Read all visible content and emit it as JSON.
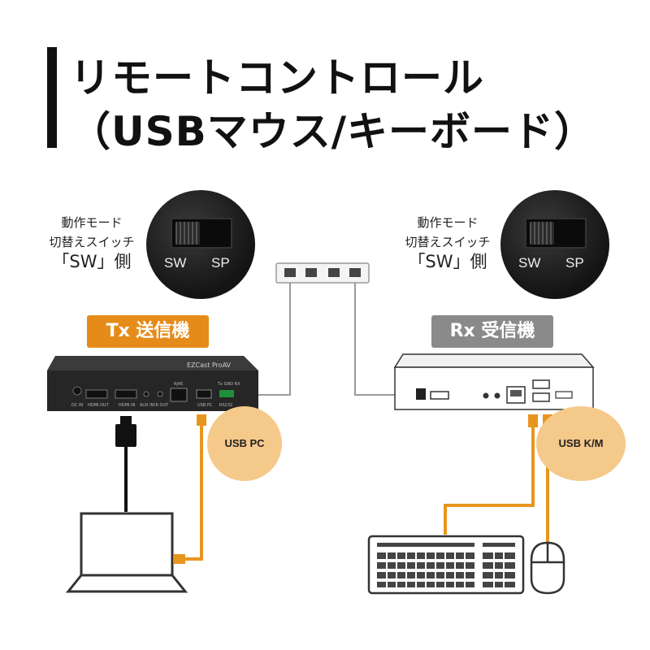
{
  "title": {
    "line1": "リモートコントロール",
    "line2": "（USBマウス/キーボード）"
  },
  "switch_caption": {
    "line1": "動作モード",
    "line2": "切替えスイッチ",
    "line3": "「SW」側"
  },
  "switch_labels": {
    "sw": "SW",
    "sp": "SP"
  },
  "tx": {
    "badge": "Tx 送信機",
    "brand": "EZCast ProAV",
    "ports": [
      "DC IN",
      "HDMI OUT",
      "HDMI IN",
      "AUX IN",
      "IR OUT",
      "RJ45",
      "USB PC",
      "Tx GND RX",
      "RS232"
    ],
    "usb_bubble": "USB PC"
  },
  "rx": {
    "badge": "Rx 受信機",
    "usb_bubble": "USB K/M"
  },
  "colors": {
    "tx_badge": "#e58b1a",
    "rx_badge": "#8a8a8a",
    "usb_cable": "#e8951e",
    "bubble": "#f5c98a",
    "network_cable": "#9a9a9a"
  },
  "icons": [
    "laptop-icon",
    "keyboard-icon",
    "mouse-icon",
    "network-switch-icon",
    "hdmi-cable-icon"
  ]
}
